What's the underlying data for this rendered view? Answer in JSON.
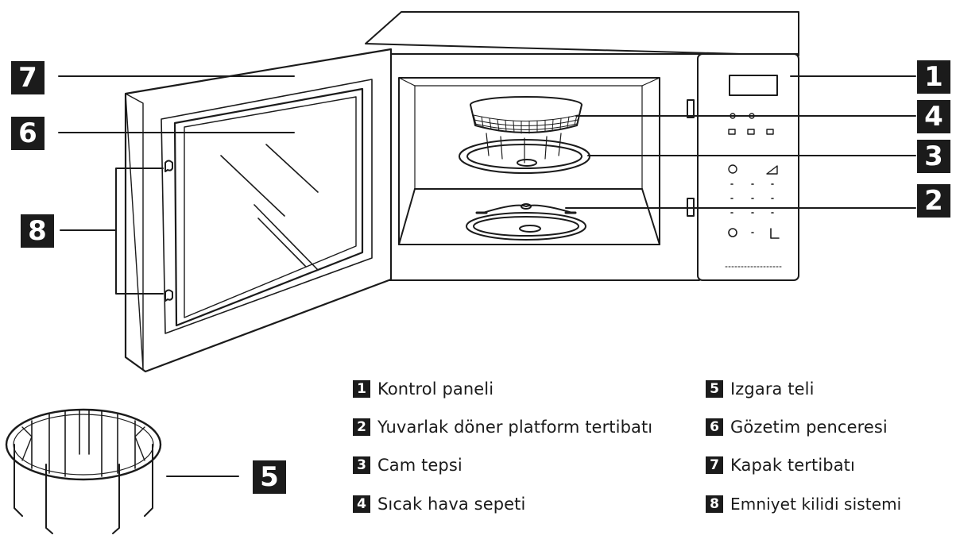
{
  "callouts": {
    "c1": "1",
    "c2": "2",
    "c3": "3",
    "c4": "4",
    "c5": "5",
    "c6": "6",
    "c7": "7",
    "c8": "8"
  },
  "legend": [
    {
      "num": "1",
      "label": "Kontrol paneli"
    },
    {
      "num": "2",
      "label": "Yuvarlak döner platform tertibatı"
    },
    {
      "num": "3",
      "label": "Cam tepsi"
    },
    {
      "num": "4",
      "label": "Sıcak hava sepeti"
    },
    {
      "num": "5",
      "label": "Izgara teli"
    },
    {
      "num": "6",
      "label": "Gözetim penceresi"
    },
    {
      "num": "7",
      "label": "Kapak tertibatı"
    },
    {
      "num": "8",
      "label": "Emniyet kilidi sistemi"
    }
  ],
  "colors": {
    "ink": "#1b1b1b",
    "background": "#ffffff"
  }
}
